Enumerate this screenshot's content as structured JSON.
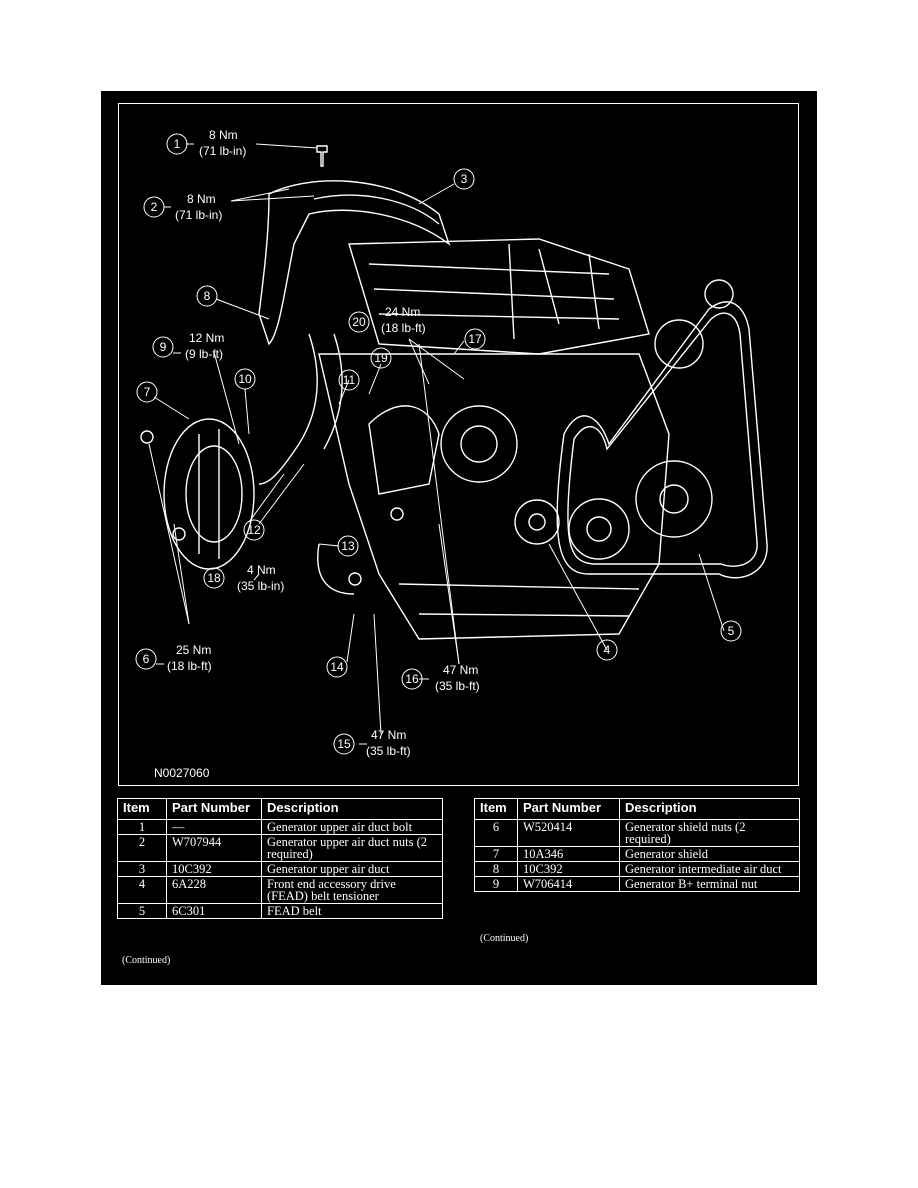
{
  "figure": {
    "code": "N0027060",
    "callouts": [
      {
        "n": "1",
        "torque": [
          "8 Nm",
          "(71 lb-in)"
        ]
      },
      {
        "n": "2",
        "torque": [
          "8 Nm",
          "(71 lb-in)"
        ]
      },
      {
        "n": "3"
      },
      {
        "n": "4"
      },
      {
        "n": "5"
      },
      {
        "n": "6",
        "torque": [
          "25 Nm",
          "(18 lb-ft)"
        ]
      },
      {
        "n": "7"
      },
      {
        "n": "8"
      },
      {
        "n": "9",
        "torque": [
          "12 Nm",
          "(9 lb-ft)"
        ]
      },
      {
        "n": "10"
      },
      {
        "n": "11"
      },
      {
        "n": "12"
      },
      {
        "n": "13"
      },
      {
        "n": "14"
      },
      {
        "n": "15",
        "torque": [
          "47 Nm",
          "(35 lb-ft)"
        ]
      },
      {
        "n": "16",
        "torque": [
          "47 Nm",
          "(35 lb-ft)"
        ]
      },
      {
        "n": "17"
      },
      {
        "n": "18"
      },
      {
        "n": "19"
      },
      {
        "n": "20",
        "torque": [
          "24 Nm",
          "(18 lb-ft)"
        ]
      }
    ],
    "extra_torque": {
      "tag": "4 Nm",
      "sub": "(35 lb-in)"
    }
  },
  "tables": {
    "headers": [
      "Item",
      "Part Number",
      "Description"
    ],
    "left_rows": [
      [
        "1",
        "—",
        "Generator upper air duct bolt"
      ],
      [
        "2",
        "W707944",
        "Generator upper air duct nuts (2 required)"
      ],
      [
        "3",
        "10C392",
        "Generator upper air duct"
      ],
      [
        "4",
        "6A228",
        "Front end accessory drive (FEAD) belt tensioner"
      ],
      [
        "5",
        "6C301",
        "FEAD belt"
      ]
    ],
    "right_rows": [
      [
        "6",
        "W520414",
        "Generator shield nuts (2 required)"
      ],
      [
        "7",
        "10A346",
        "Generator shield"
      ],
      [
        "8",
        "10C392",
        "Generator intermediate air duct"
      ],
      [
        "9",
        "W706414",
        "Generator B+ terminal nut"
      ]
    ],
    "continued": "(Continued)"
  }
}
